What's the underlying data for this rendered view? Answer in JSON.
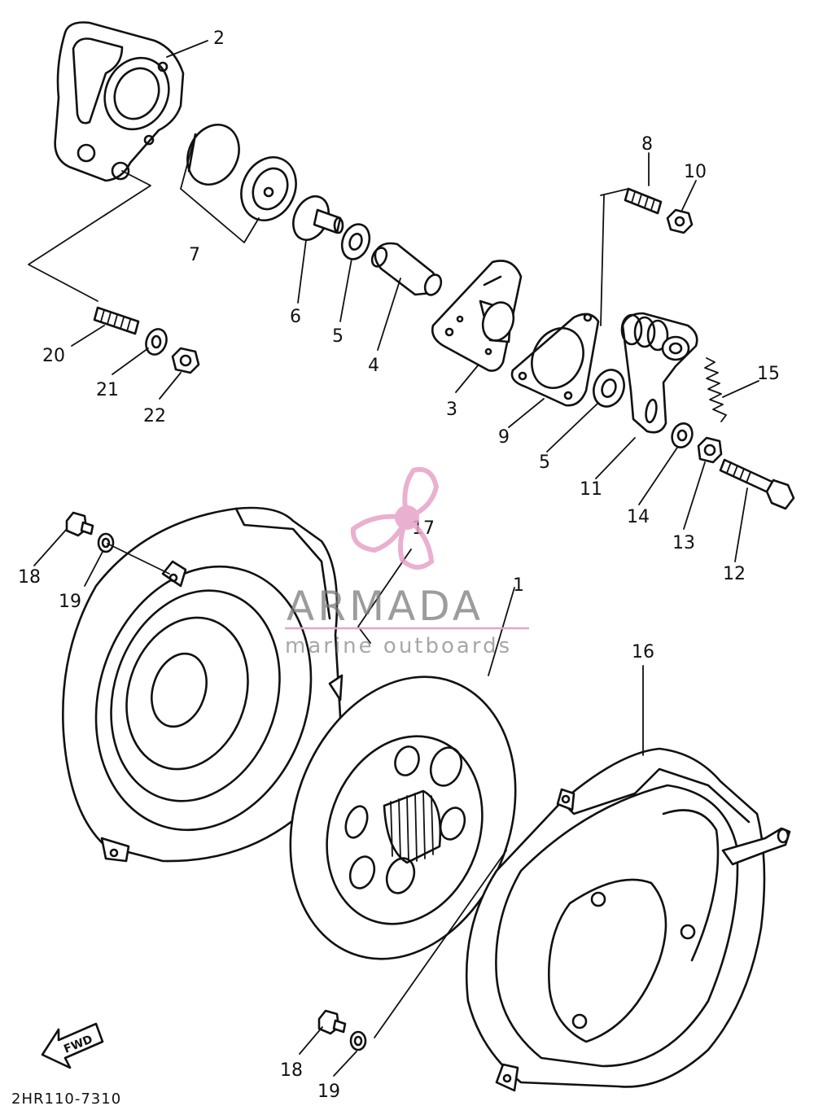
{
  "diagram": {
    "callouts": [
      {
        "id": "1",
        "text": "1"
      },
      {
        "id": "2",
        "text": "2"
      },
      {
        "id": "3",
        "text": "3"
      },
      {
        "id": "4",
        "text": "4"
      },
      {
        "id": "5a",
        "text": "5"
      },
      {
        "id": "5b",
        "text": "5"
      },
      {
        "id": "6",
        "text": "6"
      },
      {
        "id": "7",
        "text": "7"
      },
      {
        "id": "8",
        "text": "8"
      },
      {
        "id": "9",
        "text": "9"
      },
      {
        "id": "10",
        "text": "10"
      },
      {
        "id": "11",
        "text": "11"
      },
      {
        "id": "12",
        "text": "12"
      },
      {
        "id": "13",
        "text": "13"
      },
      {
        "id": "14",
        "text": "14"
      },
      {
        "id": "15",
        "text": "15"
      },
      {
        "id": "16",
        "text": "16"
      },
      {
        "id": "17",
        "text": "17"
      },
      {
        "id": "18a",
        "text": "18"
      },
      {
        "id": "18b",
        "text": "18"
      },
      {
        "id": "19a",
        "text": "19"
      },
      {
        "id": "19b",
        "text": "19"
      },
      {
        "id": "20",
        "text": "20"
      },
      {
        "id": "21",
        "text": "21"
      },
      {
        "id": "22",
        "text": "22"
      }
    ],
    "fwd_label": "FWD",
    "diagram_code": "2HR110-7310"
  },
  "watermark": {
    "brand": "ARMADA",
    "tagline": "marine outboards",
    "logo_icon": "propeller-icon",
    "accent_color": "#e7a3c8",
    "text_color": "#7b7b7b"
  }
}
